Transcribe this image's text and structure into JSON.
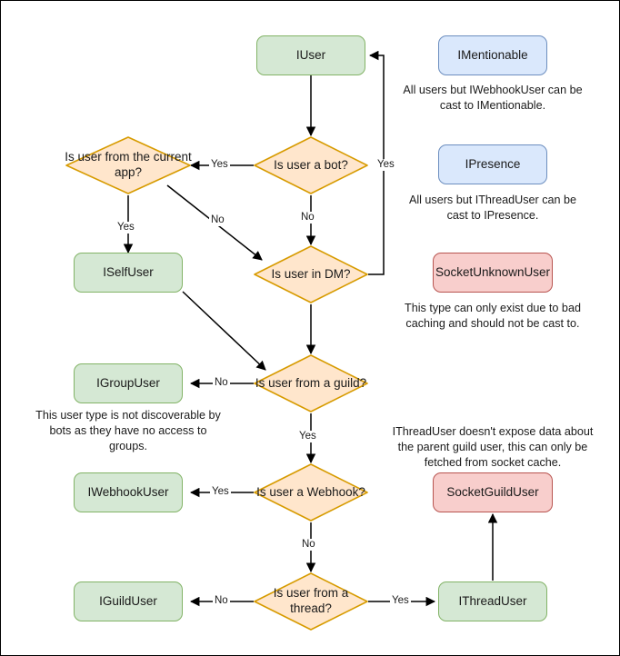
{
  "diagram": {
    "title_hidden": "Discord.Net user type casting flowchart",
    "colors": {
      "green_fill": "#d5e8d4",
      "green_stroke": "#82b366",
      "blue_fill": "#dae8fc",
      "blue_stroke": "#6c8ebf",
      "red_fill": "#f8cecc",
      "red_stroke": "#b85450",
      "orange_fill": "#ffe6cc",
      "orange_stroke": "#d79b00",
      "edge": "#000000",
      "text": "#1a1a1a"
    },
    "nodes": {
      "iuser": "IUser",
      "is_user_a_bot": "Is user a bot?",
      "is_user_from_current_app": "Is user from the current app?",
      "is_user_in_dm": "Is user in DM?",
      "iselfuser": "ISelfUser",
      "is_user_from_guild": "Is user from a guild?",
      "igroupuser": "IGroupUser",
      "is_user_a_webhook": "Is user a Webhook?",
      "iwebhookuser": "IWebhookUser",
      "is_user_from_thread": "Is user from a thread?",
      "iguilduser": "IGuildUser",
      "ithreaduser": "IThreadUser",
      "imentionable": "IMentionable",
      "ipresence": "IPresence",
      "socketunknownuser": "SocketUnknownUser",
      "socketguilduser": "SocketGuildUser"
    },
    "notes": {
      "imentionable": "All users but IWebhookUser can be cast to IMentionable.",
      "ipresence": "All users but IThreadUser can be cast to IPresence.",
      "socketunknownuser": "This type can only exist due to bad caching and should not be cast to.",
      "igroupuser": "This user type is not discoverable by bots as they have no access to groups.",
      "socketguilduser": "IThreadUser doesn't expose data about the parent guild user, this can only be fetched from socket cache."
    },
    "edge_labels": {
      "bot_yes_to_current_app": "Yes",
      "bot_no_to_dm": "No",
      "dm_yes_to_iuser": "Yes",
      "current_app_yes_to_iselfuser": "Yes",
      "current_app_no_to_dm": "No",
      "guild_no_to_igroupuser": "No",
      "guild_yes_to_webhook": "Yes",
      "webhook_yes_to_iwebhookuser": "Yes",
      "webhook_no_to_thread": "No",
      "thread_no_to_iguilduser": "No",
      "thread_yes_to_ithreaduser": "Yes"
    }
  }
}
